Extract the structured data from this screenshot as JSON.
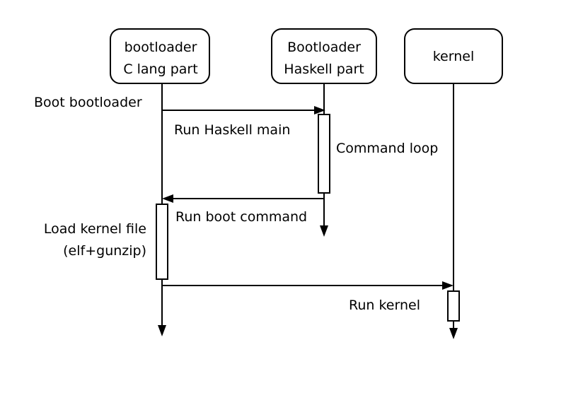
{
  "participants": [
    {
      "id": "c",
      "line1": "bootloader",
      "line2": "C lang part"
    },
    {
      "id": "hs",
      "line1": "Bootloader",
      "line2": "Haskell part"
    },
    {
      "id": "k",
      "line1": "kernel",
      "line2": ""
    }
  ],
  "messages": {
    "boot_bootloader": "Boot bootloader",
    "run_haskell_main": "Run Haskell main",
    "command_loop": "Command loop",
    "run_boot_command": "Run boot command",
    "load_kernel_line1": "Load kernel file",
    "load_kernel_line2": "(elf+gunzip)",
    "run_kernel": "Run kernel"
  }
}
